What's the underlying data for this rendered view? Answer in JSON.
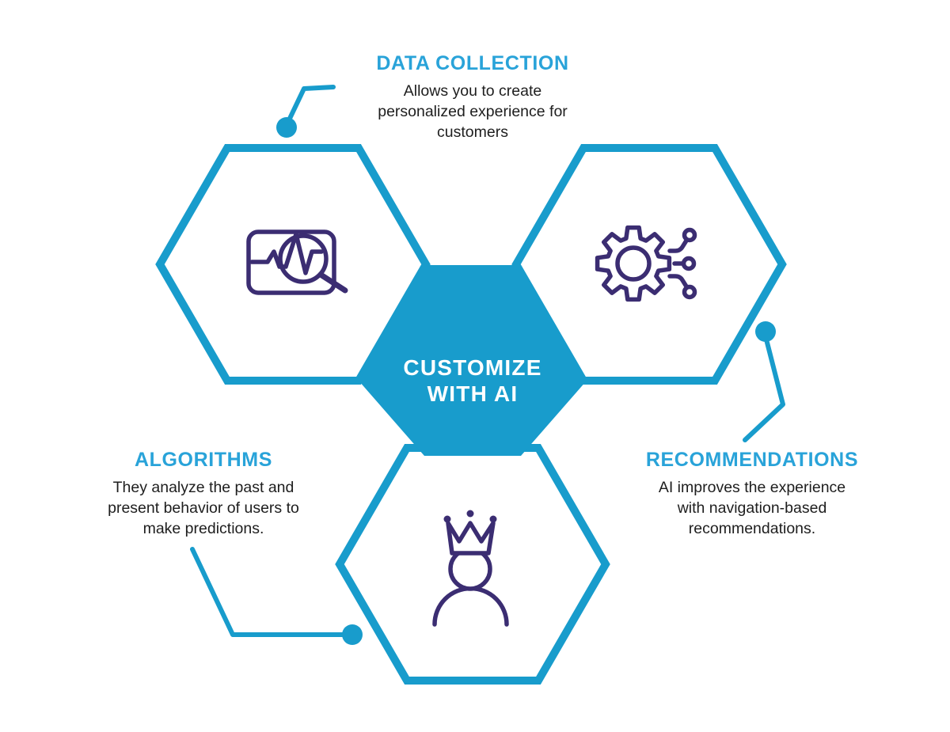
{
  "colors": {
    "blue": "#189CCC",
    "heading_blue": "#29A3D9",
    "icon_purple": "#3B2D72",
    "body_text": "#1E1E1E",
    "title_text": "#FFFFFF",
    "background": "#FFFFFF"
  },
  "center": {
    "title_lines": [
      "CUSTOMIZE",
      "WITH AI"
    ]
  },
  "sections": {
    "data_collection": {
      "heading": "DATA COLLECTION",
      "lines": [
        "Allows you to create",
        "personalized experience for",
        "customers"
      ],
      "icon": "analytics-pulse-magnifier-icon"
    },
    "recommendations": {
      "heading": "RECOMMENDATIONS",
      "lines": [
        "AI improves the experience",
        "with navigation-based",
        "recommendations."
      ],
      "icon": "gear-circuit-icon"
    },
    "algorithms": {
      "heading": "ALGORITHMS",
      "lines": [
        "They analyze the past and",
        "present behavior of users to",
        "make predictions."
      ],
      "icon": "crowned-person-icon"
    }
  }
}
